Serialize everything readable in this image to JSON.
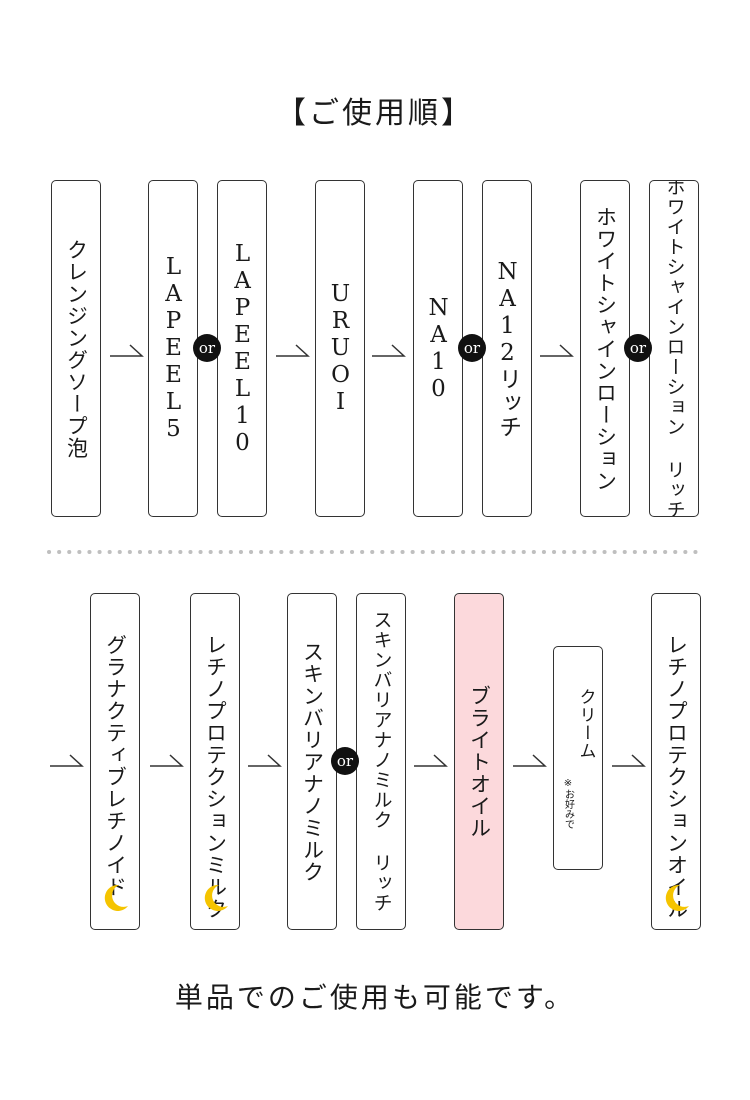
{
  "title": "【ご使用順】",
  "or_label": "or",
  "row1": {
    "step1": "クレンジングソープ泡",
    "step2a": "LAPEEL5",
    "step2b": "LAPEEL10",
    "step3": "URUOI",
    "step4a": "NA10",
    "step4b": "NA12リッチ",
    "step5a": "ホワイトシャインローション",
    "step5b": "ホワイトシャインローション リッチ"
  },
  "row2": {
    "step1": "グラナクティブレチノイド",
    "step2": "レチノプロテクションミルク",
    "step3a": "スキンバリアナノミルク",
    "step3b": "スキンバリアナノミルク リッチ",
    "step4": "ブライトオイル",
    "step5": "クリーム",
    "step5_note": "※お好みで",
    "step6": "レチノプロテクションオイル"
  },
  "footer": "単品でのご使用も可能です。",
  "colors": {
    "border": "#333333",
    "highlight": "#fcd9dc",
    "moon": "#f5c400",
    "dot": "#bfbfbf"
  }
}
